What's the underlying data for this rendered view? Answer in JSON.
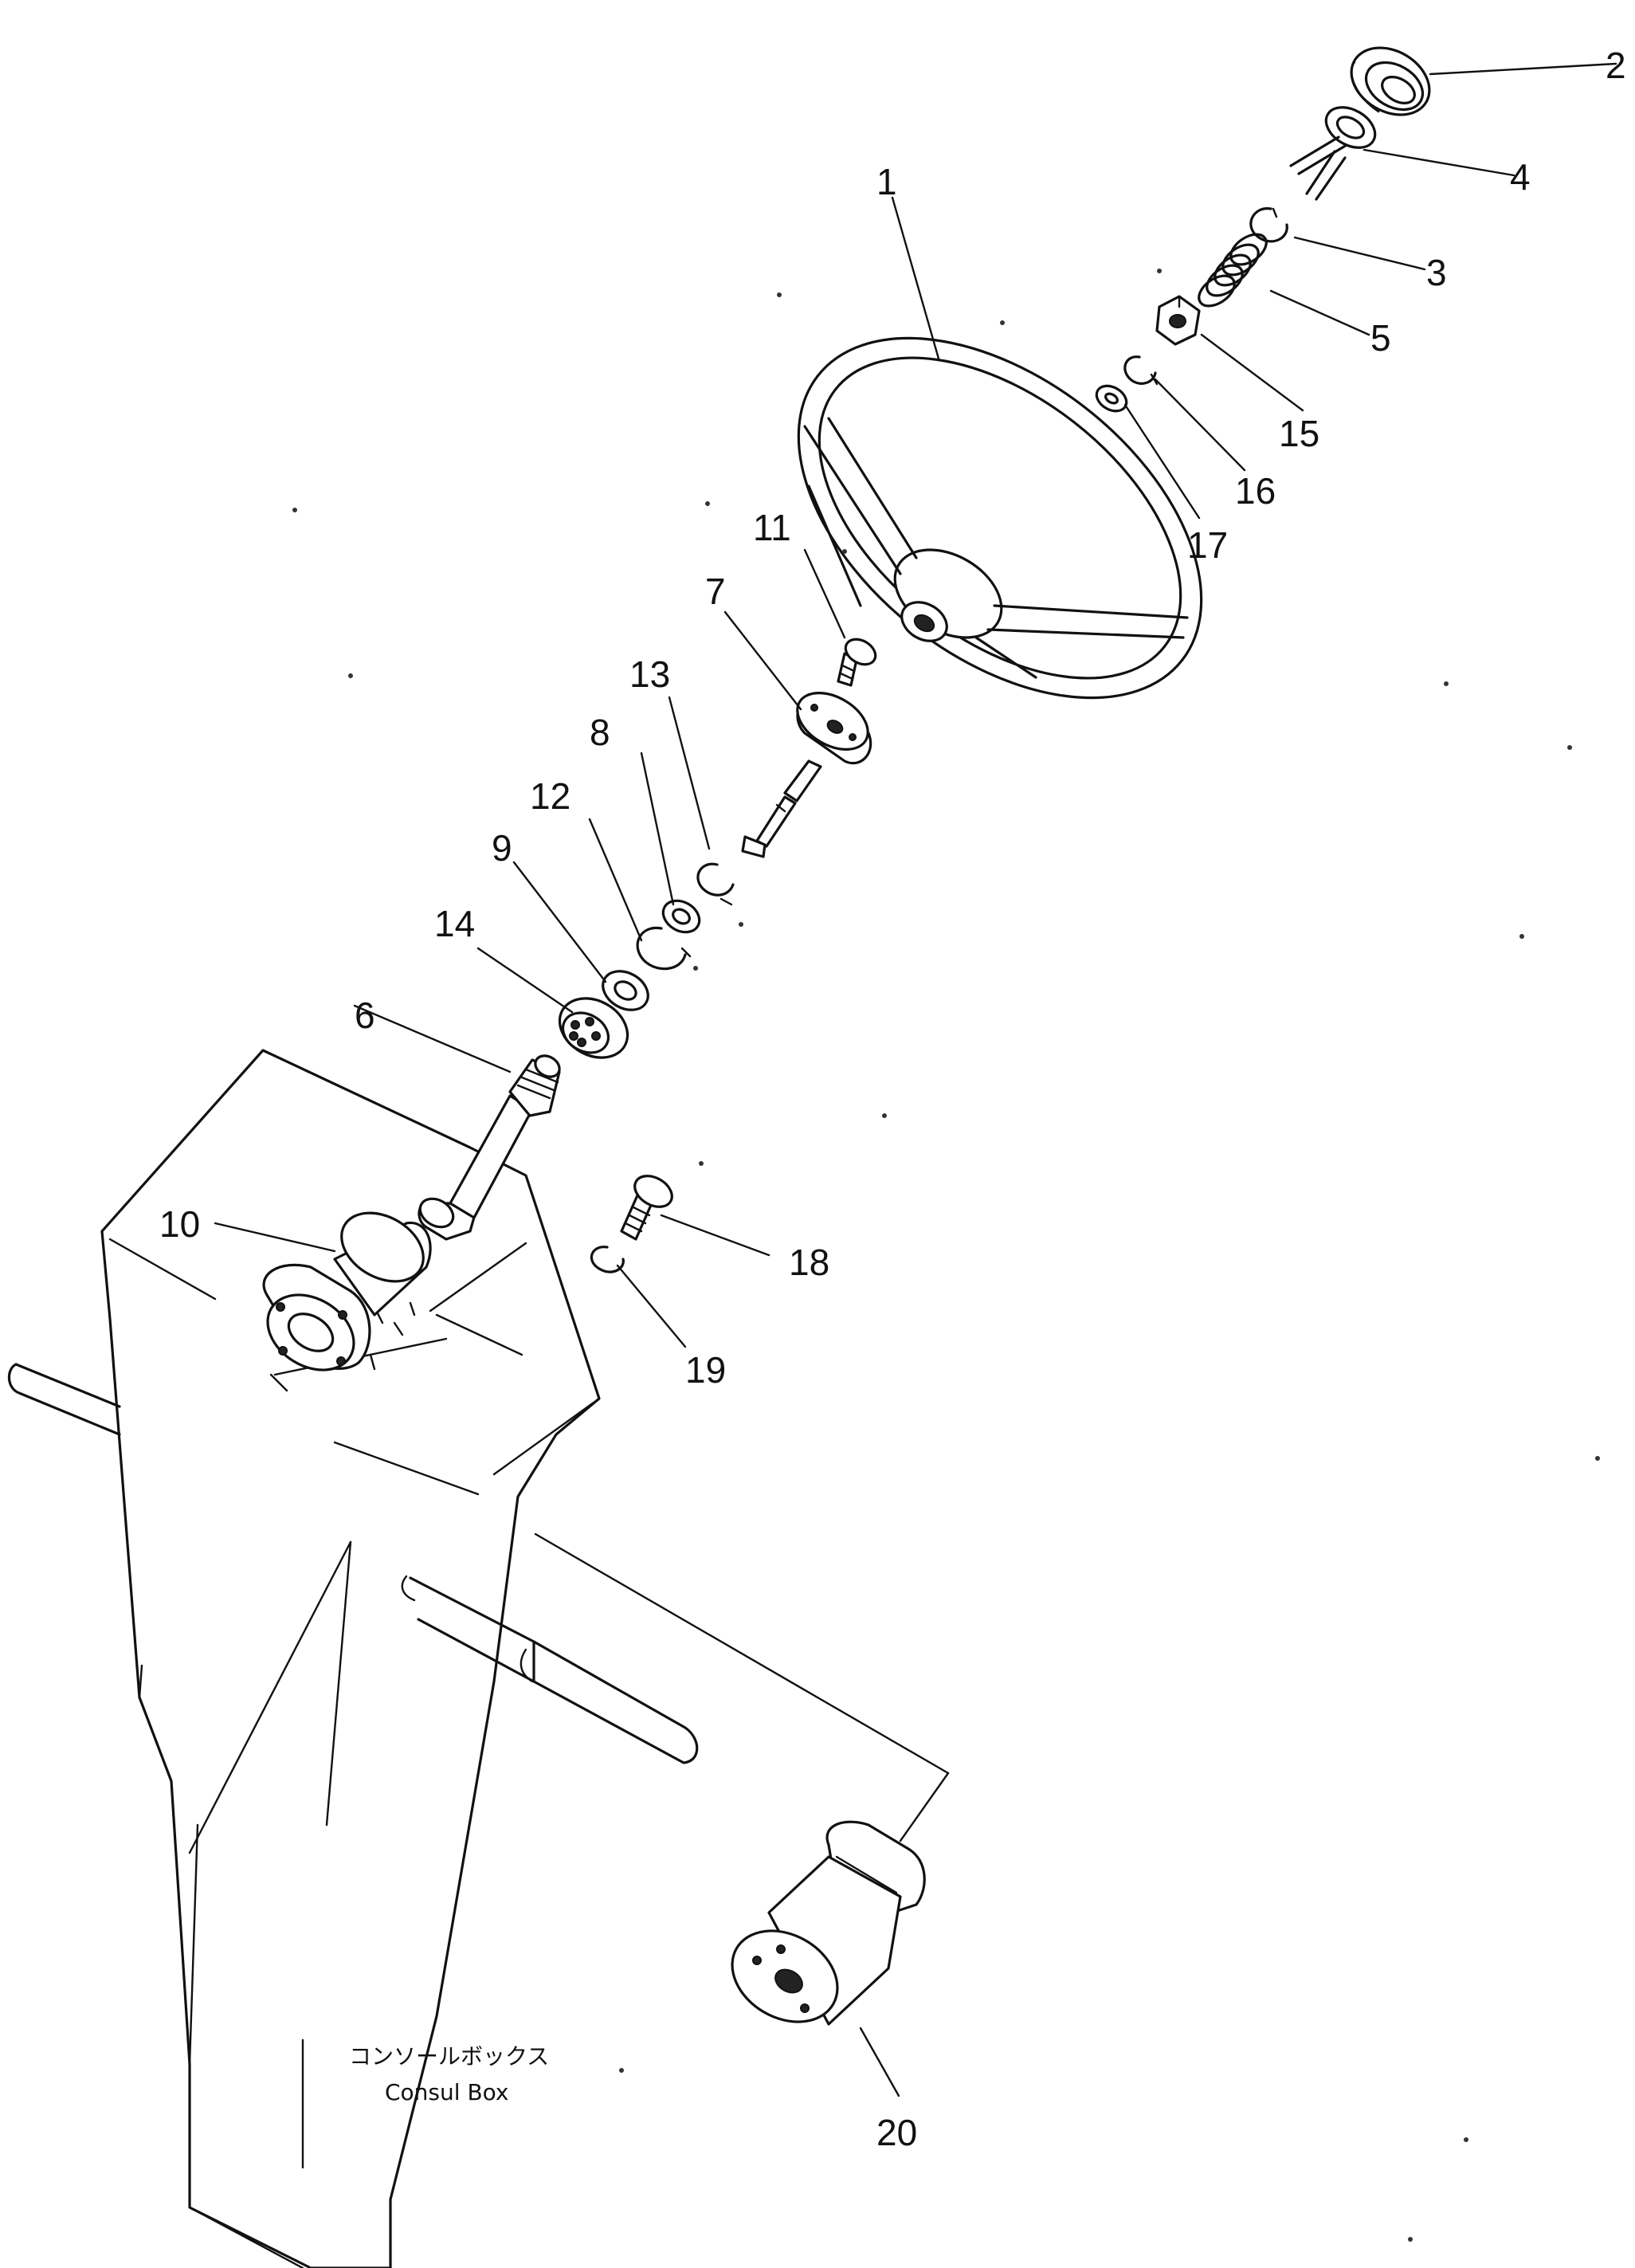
{
  "diagram": {
    "callouts": [
      {
        "id": "1",
        "label": "1"
      },
      {
        "id": "2",
        "label": "2"
      },
      {
        "id": "3",
        "label": "3"
      },
      {
        "id": "4",
        "label": "4"
      },
      {
        "id": "5",
        "label": "5"
      },
      {
        "id": "6",
        "label": "6"
      },
      {
        "id": "7",
        "label": "7"
      },
      {
        "id": "8",
        "label": "8"
      },
      {
        "id": "9",
        "label": "9"
      },
      {
        "id": "10",
        "label": "10"
      },
      {
        "id": "11",
        "label": "11"
      },
      {
        "id": "12",
        "label": "12"
      },
      {
        "id": "13",
        "label": "13"
      },
      {
        "id": "14",
        "label": "14"
      },
      {
        "id": "15",
        "label": "15"
      },
      {
        "id": "16",
        "label": "16"
      },
      {
        "id": "17",
        "label": "17"
      },
      {
        "id": "18",
        "label": "18"
      },
      {
        "id": "19",
        "label": "19"
      },
      {
        "id": "20",
        "label": "20"
      }
    ],
    "console_label_jp": "コンソールボックス",
    "console_label_en": "Consul Box"
  }
}
